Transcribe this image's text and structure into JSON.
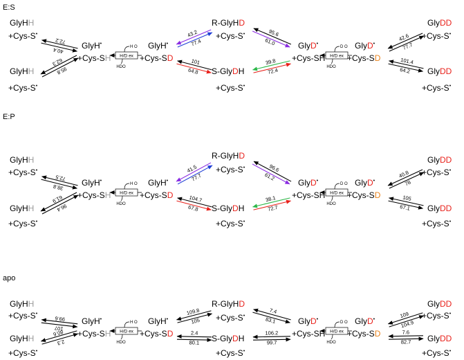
{
  "colors": {
    "black": "#000000",
    "red_d": "#e8211b",
    "gray_h": "#9a9a9a",
    "orange_d": "#e8821b",
    "blue": "#1f3fd6",
    "purple": "#8a2be2",
    "red_arrow": "#e8211b",
    "green": "#2db84a"
  },
  "icons": [
    "water-exchange-icon"
  ],
  "exchange": {
    "label": "H/D ex",
    "water_in_left": "H O",
    "water_out_left": "HDO",
    "water_in_right": "D O",
    "water_out_right": "HDO"
  },
  "species": {
    "cys_s": "+Cys-S",
    "cys_sh": "+Cys-SH",
    "cys_sd": "+Cys-SD",
    "r_prefix": "R",
    "s_prefix": "S",
    "gly": "Gly",
    "glyh": "GlyH",
    "dash_gly": "-Gly",
    "h": "H",
    "d": "D",
    "dd": "DD",
    "dot": "•"
  },
  "panels": [
    {
      "title": "E:S",
      "left_top": "40.4",
      "left_top_back": "72.2",
      "left_bot": "62.3",
      "left_bot_back": "95.8",
      "upper_fwd": "43.2",
      "upper_back": "77.4",
      "lower_fwd": "64.8",
      "lower_back": "101",
      "ur_fwd": "95.6",
      "ur_back": "61.0",
      "lr_fwd": "72.4",
      "lr_back": "39.8",
      "right_top_fwd": "42.6",
      "right_top_back": "77.7",
      "right_bot_fwd": "64.2",
      "right_bot_back": "101.4"
    },
    {
      "title": "E:P",
      "left_top": "38.8",
      "left_top_back": "72.5",
      "left_bot": "61.9",
      "left_bot_back": "96.4",
      "upper_fwd": "41.5",
      "upper_back": "77.7",
      "lower_fwd": "67.8",
      "lower_back": "104.7",
      "ur_fwd": "96.6",
      "ur_back": "61.2",
      "lr_fwd": "72.7",
      "lr_back": "38.1",
      "right_top_fwd": "40.8",
      "right_top_back": "78",
      "right_bot_fwd": "67.1",
      "right_bot_back": "105"
    },
    {
      "title": "apo",
      "left_top": "107",
      "left_top_back": "99.6",
      "left_bot": "80.6",
      "left_bot_back": "2.3",
      "upper_fwd": "109.8",
      "upper_back": "105",
      "lower_fwd": "80.1",
      "lower_back": "2.4",
      "ur_fwd": "7.4",
      "ur_back": "83.1",
      "lr_fwd": "99.7",
      "lr_back": "106.2",
      "right_top_fwd": "109",
      "right_top_back": "104.9",
      "right_bot_fwd": "82.7",
      "right_bot_back": "7.6"
    }
  ]
}
